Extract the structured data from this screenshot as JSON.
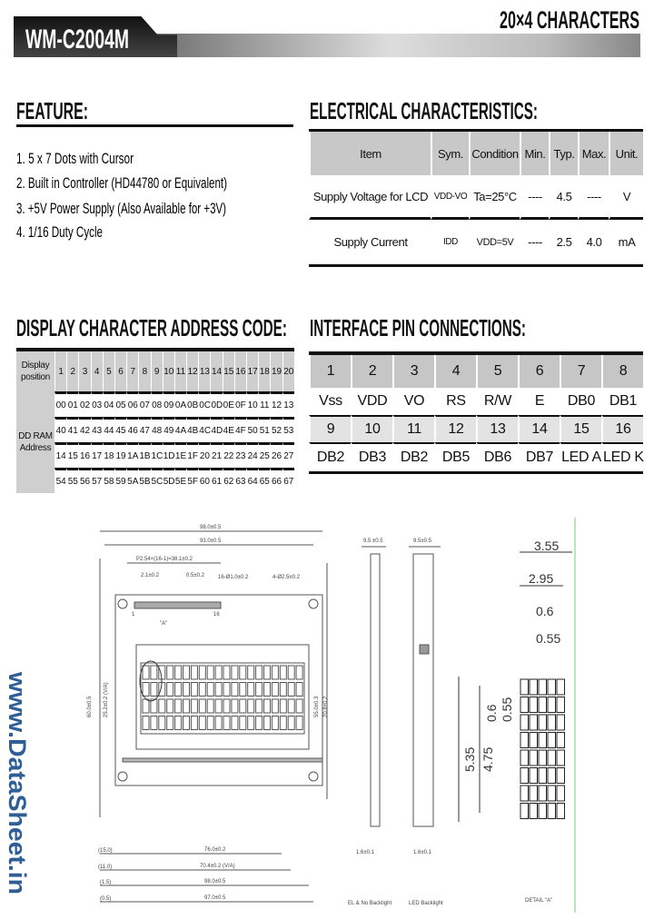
{
  "header": {
    "model": "WM-C2004M",
    "subtitle": "20×4 CHARACTERS"
  },
  "feature": {
    "title": "FEATURE:",
    "items": [
      "1. 5 x 7 Dots with Cursor",
      "2. Built in Controller (HD44780 or Equivalent)",
      "3. +5V Power Supply (Also Available for +3V)",
      "4. 1/16 Duty Cycle"
    ]
  },
  "electrical": {
    "title": "ELECTRICAL CHARACTERISTICS:",
    "headers": [
      "Item",
      "Sym.",
      "Condition",
      "Min.",
      "Typ.",
      "Max.",
      "Unit."
    ],
    "rows": [
      [
        "Supply Voltage for LCD",
        "VDD-VO",
        "Ta=25°C",
        "----",
        "4.5",
        "----",
        "V"
      ],
      [
        "Supply Current",
        "IDD",
        "VDD=5V",
        "----",
        "2.5",
        "4.0",
        "mA"
      ]
    ]
  },
  "address": {
    "title": "DISPLAY CHARACTER ADDRESS CODE:",
    "row_label_top": "Display position",
    "row_label_body": "DD RAM Address",
    "positions": [
      "1",
      "2",
      "3",
      "4",
      "5",
      "6",
      "7",
      "8",
      "9",
      "10",
      "11",
      "12",
      "13",
      "14",
      "15",
      "16",
      "17",
      "18",
      "19",
      "20"
    ],
    "rows": [
      [
        "00",
        "01",
        "02",
        "03",
        "04",
        "05",
        "06",
        "07",
        "08",
        "09",
        "0A",
        "0B",
        "0C",
        "0D",
        "0E",
        "0F",
        "10",
        "11",
        "12",
        "13"
      ],
      [
        "40",
        "41",
        "42",
        "43",
        "44",
        "45",
        "46",
        "47",
        "48",
        "49",
        "4A",
        "4B",
        "4C",
        "4D",
        "4E",
        "4F",
        "50",
        "51",
        "52",
        "53"
      ],
      [
        "14",
        "15",
        "16",
        "17",
        "18",
        "19",
        "1A",
        "1B",
        "1C",
        "1D",
        "1E",
        "1F",
        "20",
        "21",
        "22",
        "23",
        "24",
        "25",
        "26",
        "27"
      ],
      [
        "54",
        "55",
        "56",
        "57",
        "58",
        "59",
        "5A",
        "5B",
        "5C",
        "5D",
        "5E",
        "5F",
        "60",
        "61",
        "62",
        "63",
        "64",
        "65",
        "66",
        "67"
      ]
    ]
  },
  "pins": {
    "title": "INTERFACE PIN CONNECTIONS:",
    "numbers1": [
      "1",
      "2",
      "3",
      "4",
      "5",
      "6",
      "7",
      "8"
    ],
    "signals1": [
      "Vss",
      "VDD",
      "VO",
      "RS",
      "R/W",
      "E",
      "DB0",
      "DB1"
    ],
    "numbers2": [
      "9",
      "10",
      "11",
      "12",
      "13",
      "14",
      "15",
      "16"
    ],
    "signals2": [
      "DB2",
      "DB3",
      "DB2",
      "DB5",
      "DB6",
      "DB7",
      "LED A",
      "LED K"
    ]
  },
  "drawing": {
    "dims_top": [
      "98.0±0.5",
      "93.0±0.5",
      "P2.54×(16-1)=38.1±0.2",
      "2.1±0.2",
      "0.5±0.2",
      "16-Ø1.0±0.2",
      "4-Ø2.5±0.2"
    ],
    "dims_bottom": [
      "76.0±0.2",
      "70.4±0.2 (V/A)",
      "98.0±0.5",
      "97.0±0.5"
    ],
    "dims_bottom_offsets": [
      "(15.0)",
      "(11.0)",
      "(1.5)",
      "(0.5)"
    ],
    "dims_side": [
      "60.0±0.5",
      "55.0±0.3",
      "25.2±0.2 (V/A)",
      "20.8±0.2"
    ],
    "pin_labels": [
      "1",
      "16"
    ],
    "detail_label_A": "\"A\"",
    "detail_dims": [
      "3.55",
      "2.95",
      "0.6",
      "0.55",
      "5.35",
      "4.75",
      "0.6",
      "0.55"
    ],
    "side_dims": [
      "9.5 ±0.5",
      "9.5±0.5",
      "1.6±0.1",
      "1.6±0.1"
    ],
    "captions": [
      "EL & No Backlight",
      "LED Backlight",
      "DETAIL \"A\""
    ]
  },
  "watermark": "www.DataSheet.in"
}
